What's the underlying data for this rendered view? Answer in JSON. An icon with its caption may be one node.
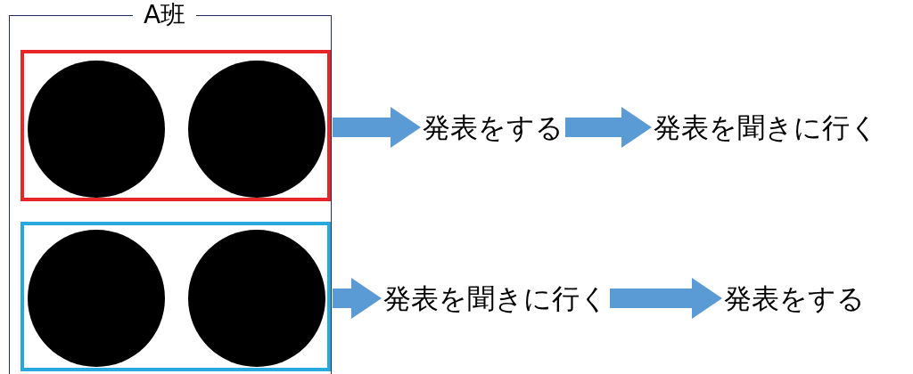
{
  "diagram": {
    "nodes": [
      {
        "text": [
          "A班"
        ]
      },
      {
        "text": [],
        "shape": "box",
        "in": 0
      },
      {
        "text": [],
        "shape": "circle",
        "in": 1
      },
      {
        "text": [],
        "shape": "circle",
        "in": 1
      },
      {
        "text": [],
        "shape": "box",
        "in": 0
      },
      {
        "text": [],
        "shape": "circle",
        "in": 4
      },
      {
        "text": [],
        "shape": "circle",
        "in": 4
      },
      {
        "text": [
          "発表をする"
        ]
      },
      {
        "text": [
          "発表を聞きに行く"
        ]
      },
      {
        "text": [
          "発表を聞きに行く"
        ]
      },
      {
        "text": [
          "発表をする"
        ]
      }
    ],
    "edges": [
      {
        "from": 1,
        "to": 7,
        "arrow": "to"
      },
      {
        "from": 7,
        "to": 8,
        "arrow": "to"
      },
      {
        "from": 4,
        "to": 9,
        "arrow": "to"
      },
      {
        "from": 9,
        "to": 10,
        "arrow": "to"
      }
    ]
  }
}
